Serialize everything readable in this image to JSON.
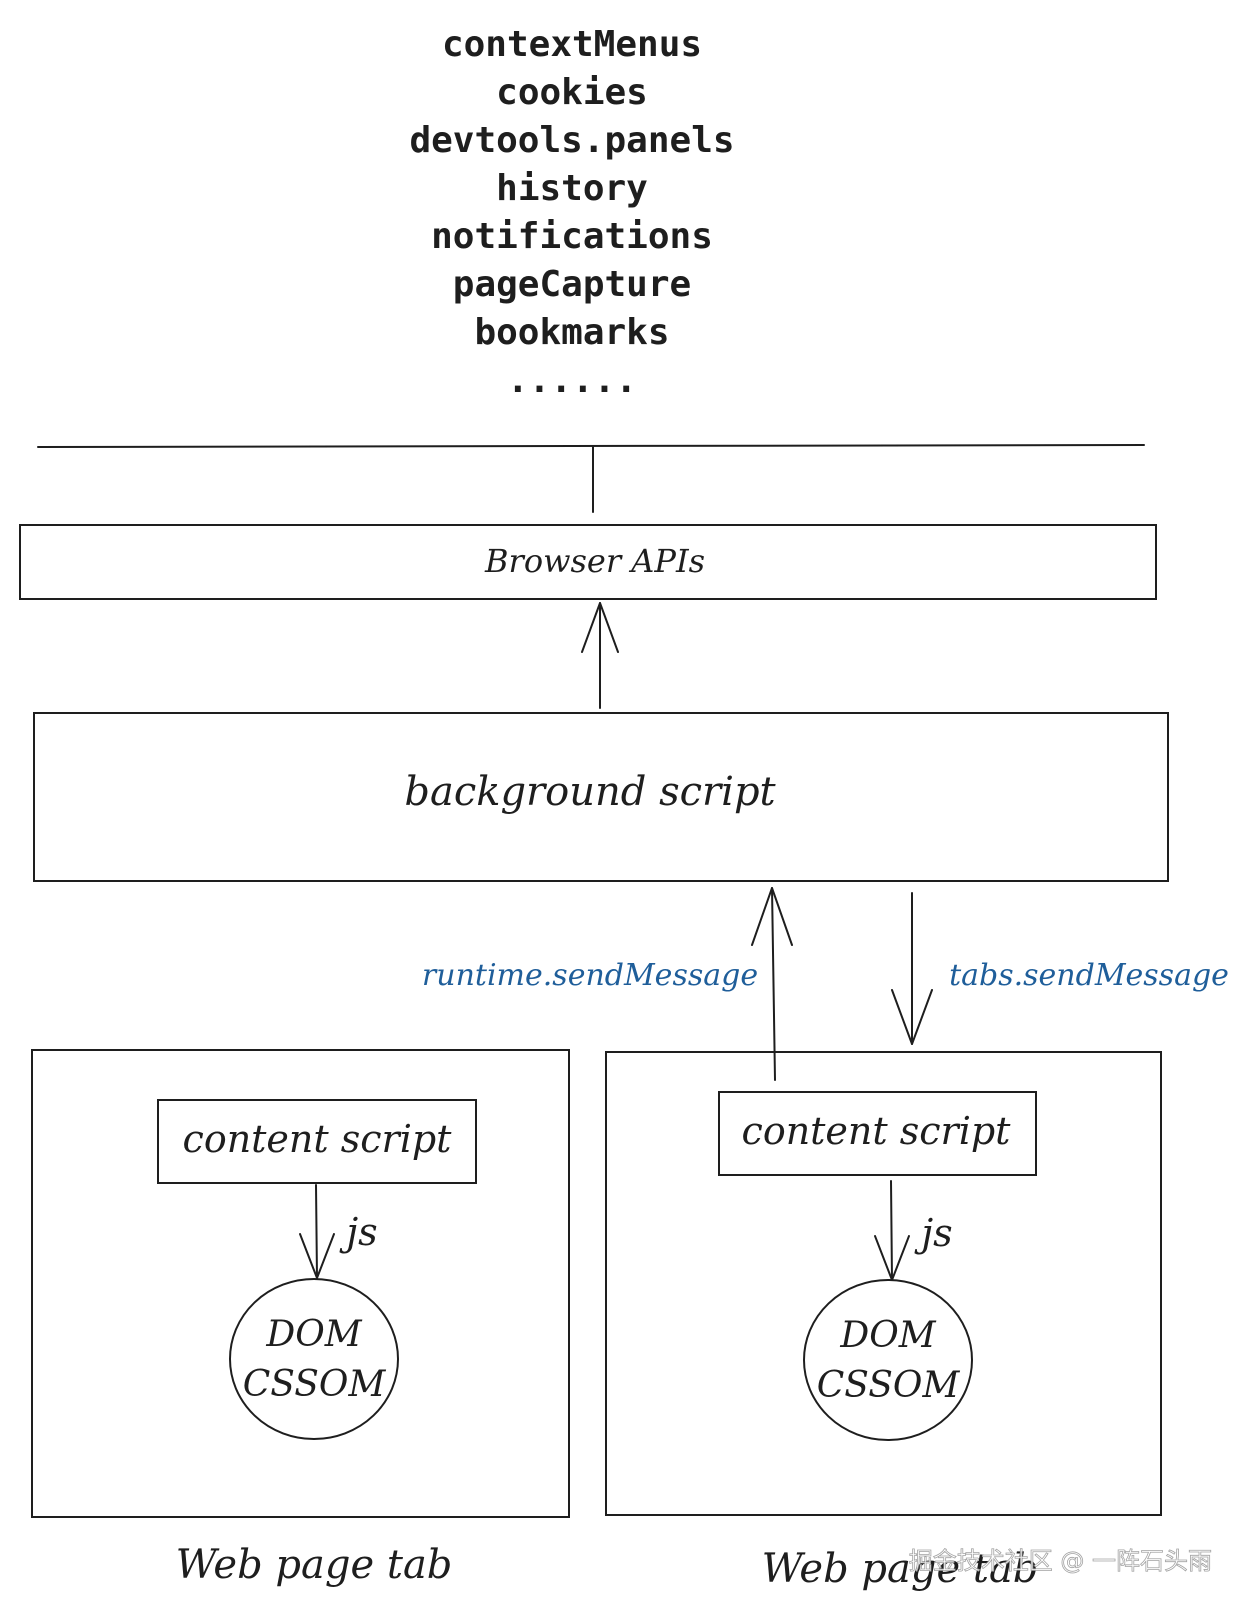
{
  "api_list": {
    "items": [
      "contextMenus",
      "cookies",
      "devtools.panels",
      "history",
      "notifications",
      "pageCapture",
      "bookmarks",
      "......"
    ]
  },
  "browser_apis": {
    "label": "Browser APIs"
  },
  "background_script": {
    "label": "background script"
  },
  "messages": {
    "runtime_send": "runtime.sendMessage",
    "tabs_send": "tabs.sendMessage",
    "color": "#1f5e9a"
  },
  "tabs": [
    {
      "content_script": "content script",
      "edge_label": "js",
      "dom_lines": [
        "DOM",
        "CSSOM"
      ],
      "caption": "Web page tab"
    },
    {
      "content_script": "content script",
      "edge_label": "js",
      "dom_lines": [
        "DOM",
        "CSSOM"
      ],
      "caption": "Web page tab"
    }
  ],
  "watermark": "掘金技术社区 @ 一阵石头雨"
}
